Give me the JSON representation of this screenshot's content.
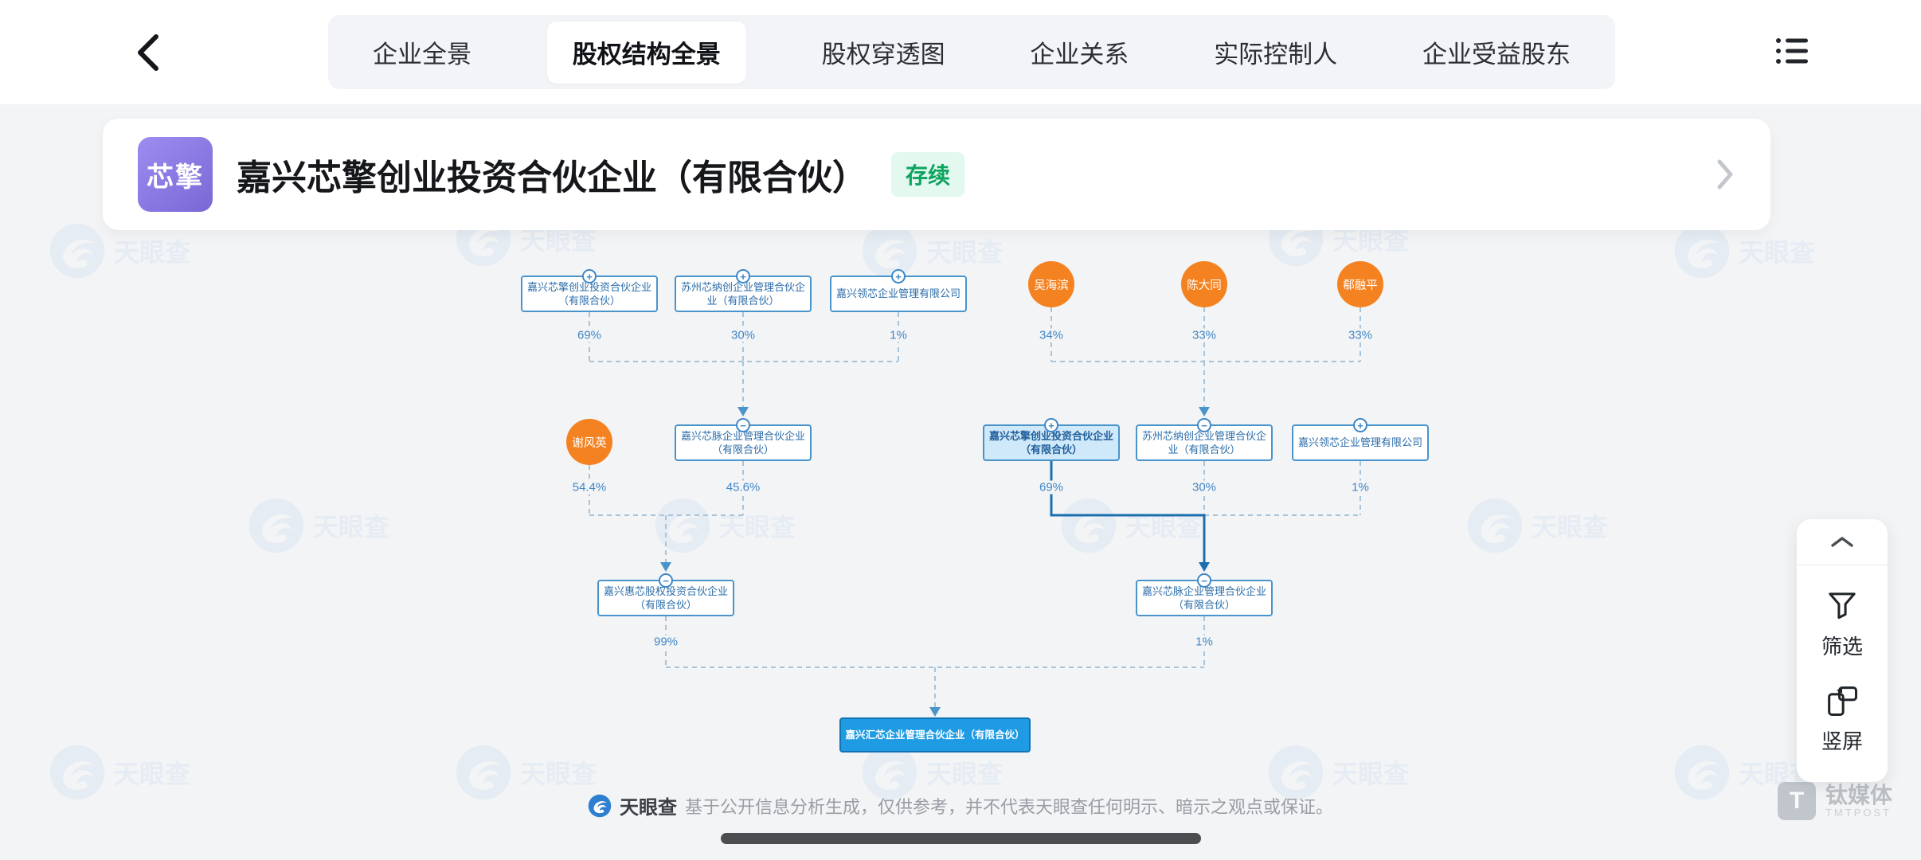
{
  "topbar": {
    "tabs": [
      {
        "label": "企业全景",
        "active": false
      },
      {
        "label": "股权结构全景",
        "active": true
      },
      {
        "label": "股权穿透图",
        "active": false
      },
      {
        "label": "企业关系",
        "active": false
      },
      {
        "label": "实际控制人",
        "active": false
      },
      {
        "label": "企业受益股东",
        "active": false
      }
    ]
  },
  "company": {
    "logo_text": "芯擎",
    "name": "嘉兴芯擎创业投资合伙企业（有限合伙）",
    "status": "存续"
  },
  "icons": {
    "plus": "+",
    "minus": "−"
  },
  "diagram": {
    "tl_xinqing": {
      "label": "嘉兴芯擎创业投资合伙企业（有限合伙）",
      "pct": "69%"
    },
    "tl_xinna": {
      "label": "苏州芯纳创企业管理合伙企业（有限合伙）",
      "pct": "30%"
    },
    "tl_lingxin": {
      "label": "嘉兴领芯企业管理有限公司",
      "pct": "1%"
    },
    "p_wu": {
      "label": "吴海滨",
      "pct": "34%"
    },
    "p_chen": {
      "label": "陈大同",
      "pct": "33%"
    },
    "p_xi": {
      "label": "郗融平",
      "pct": "33%"
    },
    "p_xie": {
      "label": "谢风英",
      "pct": "54.4%"
    },
    "xinmai_left": {
      "label": "嘉兴芯脉企业管理合伙企业（有限合伙）",
      "pct": "45.6%"
    },
    "r_xinqing": {
      "label": "嘉兴芯擎创业投资合伙企业（有限合伙）",
      "pct": "69%"
    },
    "r_xinna": {
      "label": "苏州芯纳创企业管理合伙企业（有限合伙）",
      "pct": "30%"
    },
    "r_lingxin": {
      "label": "嘉兴领芯企业管理有限公司",
      "pct": "1%"
    },
    "huixin_invest": {
      "label": "嘉兴惠芯股权投资合伙企业（有限合伙）",
      "pct": "99%"
    },
    "xinmai_right": {
      "label": "嘉兴芯脉企业管理合伙企业（有限合伙）",
      "pct": "1%"
    },
    "huixin_final": {
      "label": "嘉兴汇芯企业管理合伙企业（有限合伙）"
    }
  },
  "side_panel": {
    "filter_label": "筛选",
    "rotate_label": "竖屏"
  },
  "footer": {
    "brand": "天眼查",
    "disclaimer": "基于公开信息分析生成，仅供参考，并不代表天眼查任何明示、暗示之观点或保证。"
  },
  "watermark": {
    "text": "天眼查"
  },
  "tmt": {
    "name": "钛媒体",
    "sub": "TMTPOST"
  },
  "colors": {
    "accent_blue": "#3f87c7",
    "node_border": "#4a94cc",
    "highlight_bg": "#cfe8fa",
    "orange": "#f58220",
    "green": "#0ca35f",
    "purple": "#8a7ce0",
    "final_blue": "#1e9be3"
  }
}
